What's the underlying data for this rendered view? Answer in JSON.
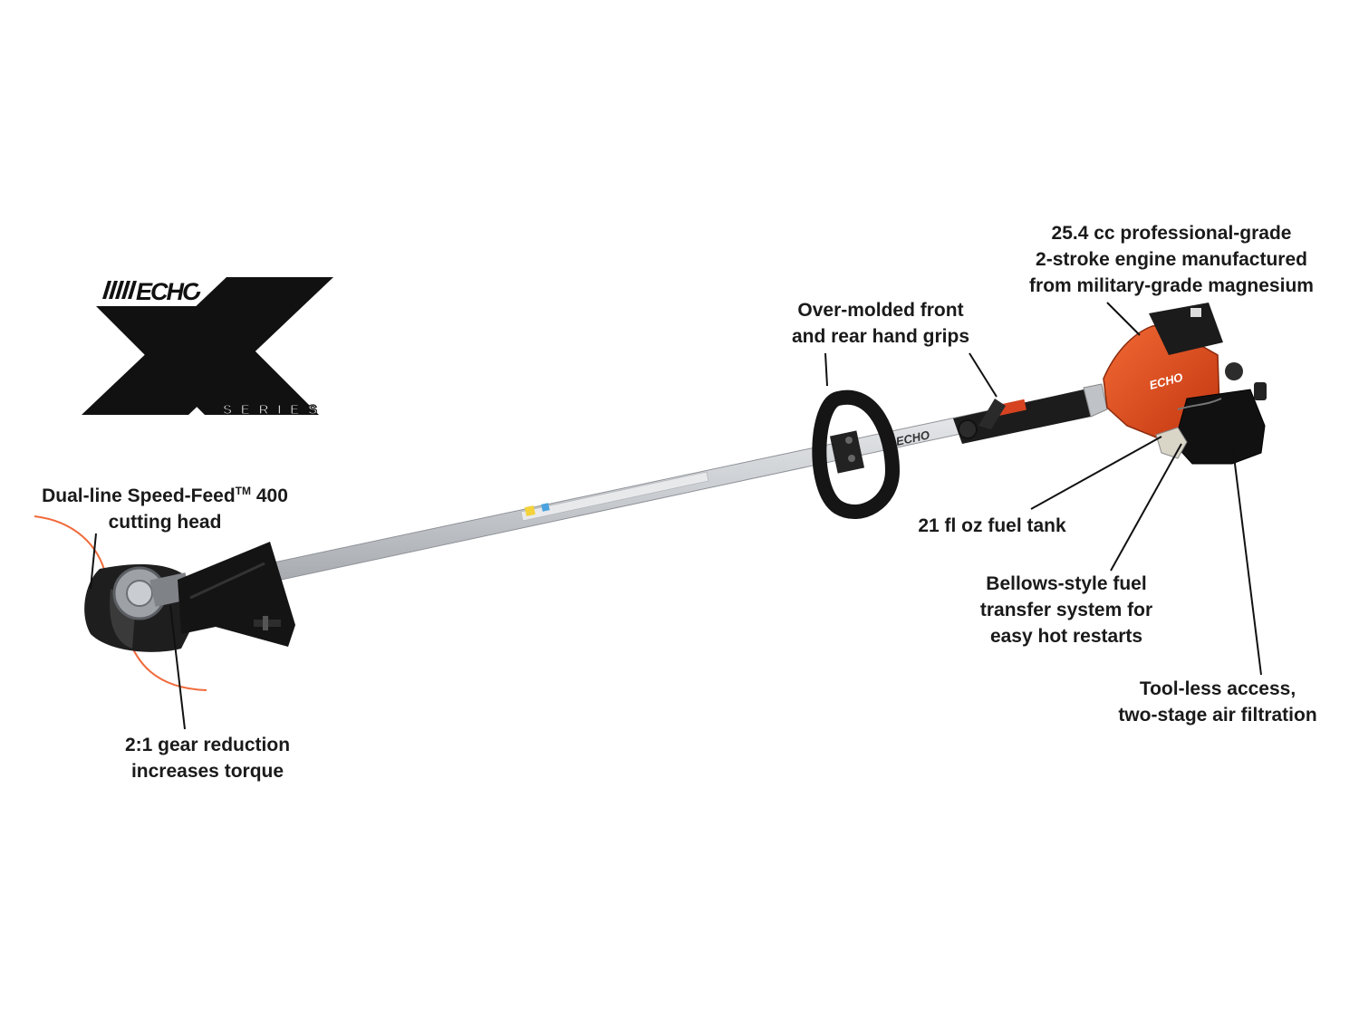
{
  "logo": {
    "brand": "ECHO",
    "series": "SERIES",
    "mark": "X"
  },
  "shaft_text": "ECHO",
  "engine_text": "ECHO",
  "colors": {
    "engine_orange": "#e04a1f",
    "trimmer_line": "#f06a3a",
    "shaft": "#c9ccd0",
    "dark": "#111111"
  },
  "callouts": {
    "engine": {
      "line1": "25.4 cc professional-grade",
      "line2": "2-stroke engine manufactured",
      "line3": "from military-grade magnesium"
    },
    "grips": {
      "line1": "Over-molded front",
      "line2": "and rear hand grips"
    },
    "head": {
      "line1_pre": "Dual-line Speed-Feed",
      "tm": "TM",
      "line1_post": " 400",
      "line2": "cutting head"
    },
    "fuel_tank": {
      "line1": "21 fl oz fuel tank"
    },
    "bellows": {
      "line1": "Bellows-style fuel",
      "line2": "transfer system for",
      "line3": "easy hot restarts"
    },
    "filter": {
      "line1": "Tool-less access,",
      "line2": "two-stage air filtration"
    },
    "gear": {
      "line1": "2:1 gear reduction",
      "line2": "increases torque"
    }
  }
}
